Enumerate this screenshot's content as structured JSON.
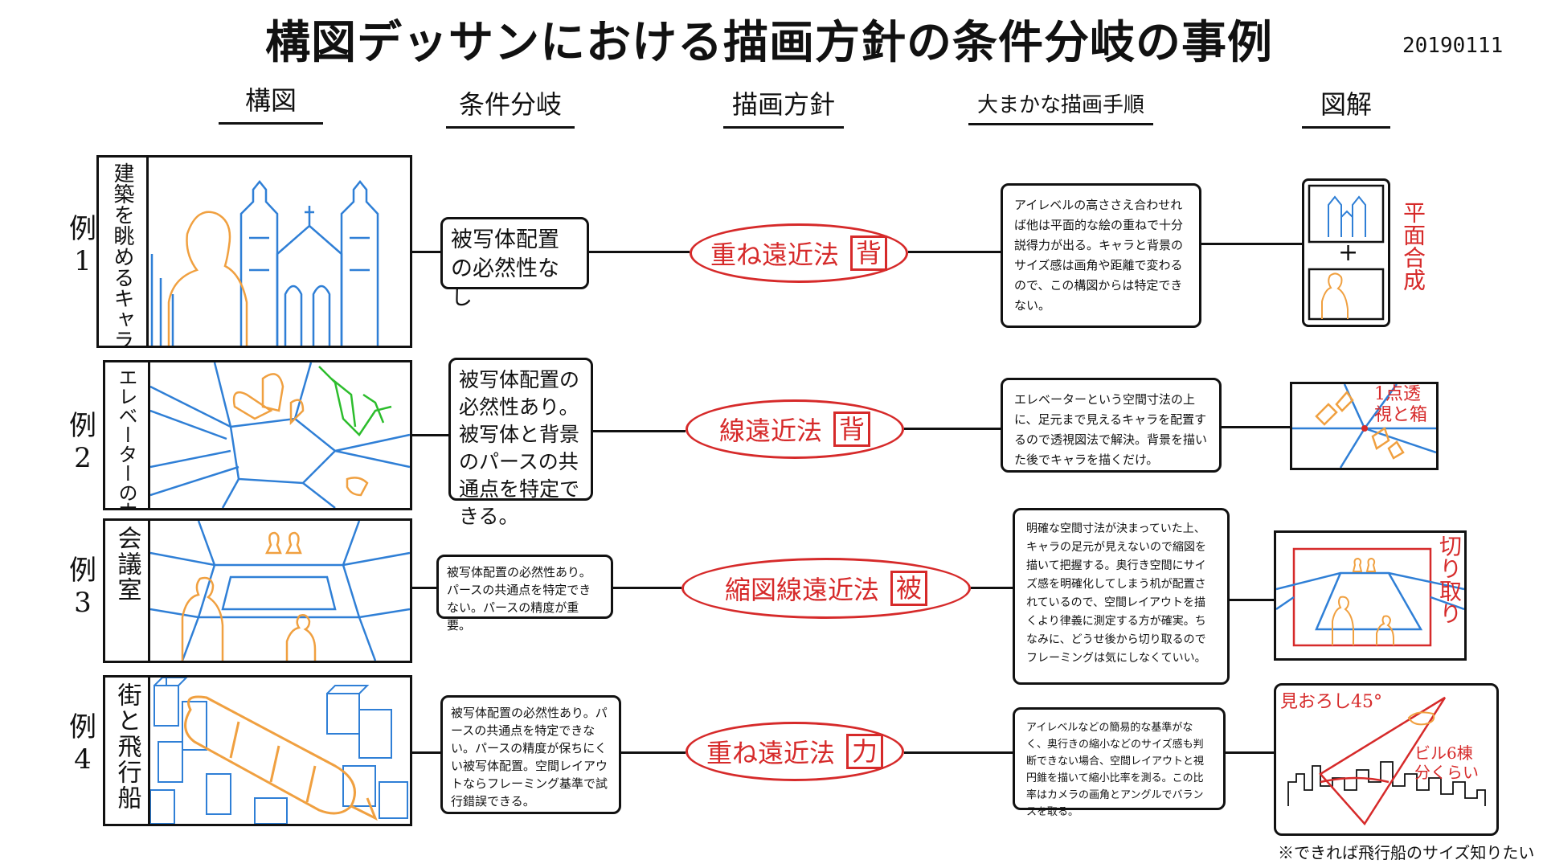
{
  "title": "構図デッサンにおける描画方針の条件分岐の事例",
  "date": "20190111",
  "headers": {
    "composition": "構図",
    "condition": "条件分岐",
    "policy": "描画方針",
    "procedure": "大まかな描画手順",
    "diagram": "図解"
  },
  "rows": [
    {
      "label": "例1",
      "scene": "建築を眺めるキャラ",
      "condition": "被写体配置の必然性なし",
      "policy": "重ね遠近法",
      "tag": "背",
      "procedure": "アイレベルの高ささえ合わせれば他は平面的な絵の重ねで十分説得力が出る。キャラと背景のサイズ感は画角や距離で変わるので、この構図からは特定できない。",
      "diagram_label": "平面合成",
      "diagram_plus": "+"
    },
    {
      "label": "例2",
      "scene": "エレベーターの中",
      "condition": "被写体配置の必然性あり。被写体と背景のパースの共通点を特定できる。",
      "policy": "線遠近法",
      "tag": "背",
      "procedure": "エレベーターという空間寸法の上に、足元まで見えるキャラを配置するので透視図法で解決。背景を描いた後でキャラを描くだけ。",
      "diagram_label": "1点透視と箱"
    },
    {
      "label": "例3",
      "scene": "会議室",
      "condition": "被写体配置の必然性あり。パースの共通点を特定できない。パースの精度が重要。",
      "policy": "縮図線遠近法",
      "tag": "被",
      "procedure": "明確な空間寸法が決まっていた上、キャラの足元が見えないので縮図を描いて把握する。奥行き空間にサイズ感を明確化してしまう机が配置されているので、空間レイアウトを描くより律義に測定する方が確実。ちなみに、どうせ後から切り取るのでフレーミングは気にしなくていい。",
      "diagram_label": "切り取り"
    },
    {
      "label": "例4",
      "scene": "街と飛行船",
      "condition": "被写体配置の必然性あり。パースの共通点を特定できない。パースの精度が保ちにくい被写体配置。空間レイアウトならフレーミング基準で試行錯誤できる。",
      "policy": "重ね遠近法",
      "tag": "力",
      "procedure": "アイレベルなどの簡易的な基準がなく、奥行きの縮小などのサイズ感も判断できない場合、空間レイアウトと視円錐を描いて縮小比率を測る。この比率はカメラの画角とアングルでバランスを取る。",
      "diagram_label_1": "見おろし45°",
      "diagram_label_2": "ビル6棟分くらい"
    }
  ],
  "footnote": "※できれば飛行船のサイズ知りたい",
  "colors": {
    "red": "#d62a2a",
    "blue": "#2f7fd6",
    "orange": "#f0a040",
    "green": "#2cbd2c"
  }
}
